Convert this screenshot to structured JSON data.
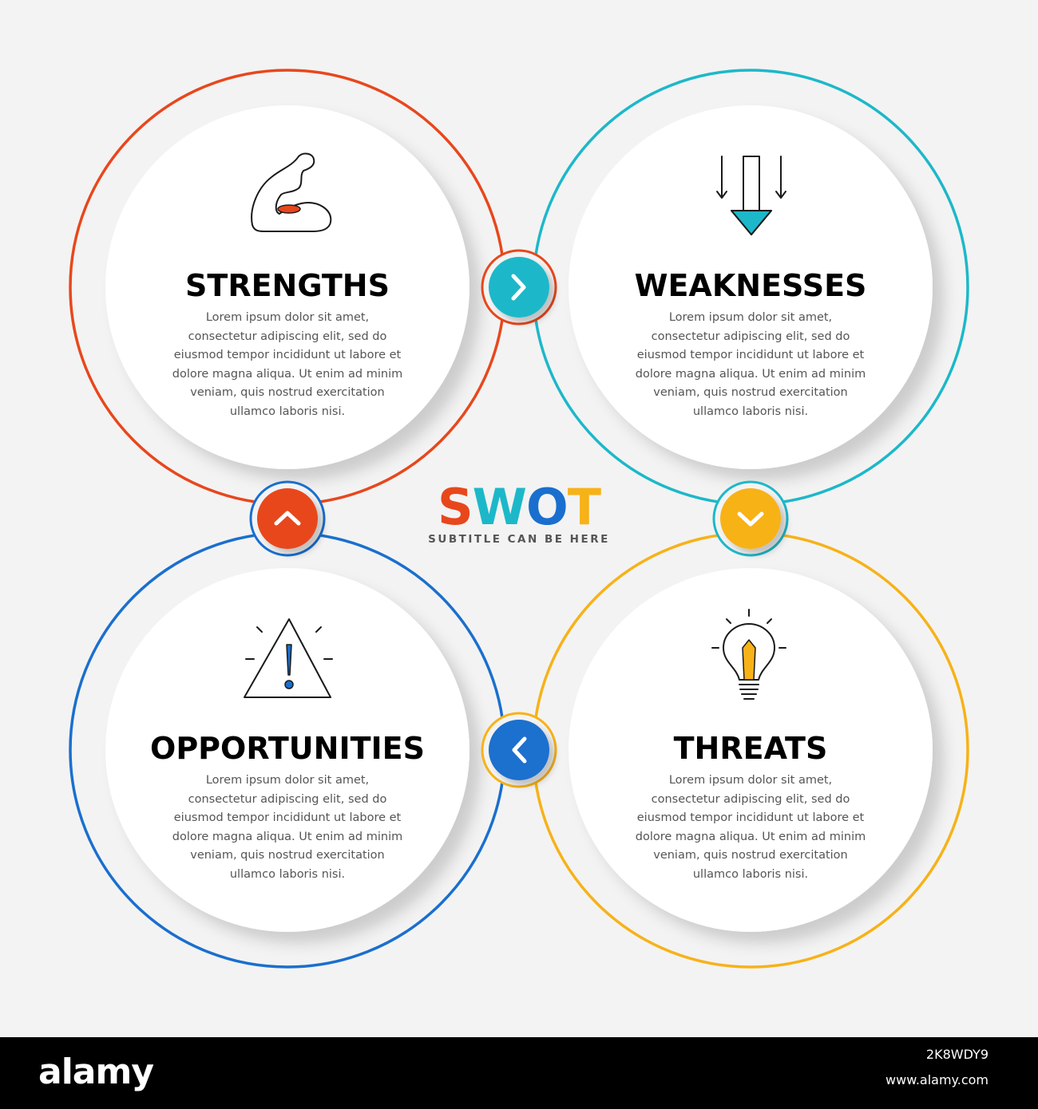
{
  "title": {
    "letters": [
      {
        "char": "S",
        "color": "#e8471c"
      },
      {
        "char": "W",
        "color": "#1cb8c9"
      },
      {
        "char": "O",
        "color": "#1a6fce"
      },
      {
        "char": "T",
        "color": "#f7b218"
      }
    ],
    "subtitle": "SUBTITLE CAN BE HERE"
  },
  "quadrants": [
    {
      "key": "strengths",
      "heading": "STRENGTHS",
      "color": "#e8471c",
      "icon": "flexed-arm-icon",
      "body": "Lorem ipsum dolor sit amet, consectetur adipiscing elit, sed do eiusmod tempor incididunt ut labore et dolore magna aliqua. Ut enim ad minim veniam, quis nostrud exercitation ullamco laboris nisi."
    },
    {
      "key": "weaknesses",
      "heading": "WEAKNESSES",
      "color": "#1cb8c9",
      "icon": "down-arrows-icon",
      "body": "Lorem ipsum dolor sit amet, consectetur adipiscing elit, sed do eiusmod tempor incididunt ut labore et dolore magna aliqua. Ut enim ad minim veniam, quis nostrud exercitation ullamco laboris nisi."
    },
    {
      "key": "opportunities",
      "heading": "OPPORTUNITIES",
      "color": "#1a6fce",
      "icon": "warning-triangle-icon",
      "body": "Lorem ipsum dolor sit amet, consectetur adipiscing elit, sed do eiusmod tempor incididunt ut labore et dolore magna aliqua. Ut enim ad minim veniam, quis nostrud exercitation ullamco laboris nisi."
    },
    {
      "key": "threats",
      "heading": "THREATS",
      "color": "#f7b218",
      "icon": "lightbulb-icon",
      "body": "Lorem ipsum dolor sit amet, consectetur adipiscing elit, sed do eiusmod tempor incididunt ut labore et dolore magna aliqua. Ut enim ad minim veniam, quis nostrud exercitation ullamco laboris nisi."
    }
  ],
  "connectors": [
    {
      "direction": "right",
      "color": "#1cb8c9",
      "icon": "chevron-right-icon"
    },
    {
      "direction": "down",
      "color": "#f7b218",
      "icon": "chevron-down-icon"
    },
    {
      "direction": "left",
      "color": "#1a6fce",
      "icon": "chevron-left-icon"
    },
    {
      "direction": "up",
      "color": "#e8471c",
      "icon": "chevron-up-icon"
    }
  ],
  "footer": {
    "brand": "alamy",
    "image_id": "2K8WDY9",
    "url": "www.alamy.com"
  }
}
